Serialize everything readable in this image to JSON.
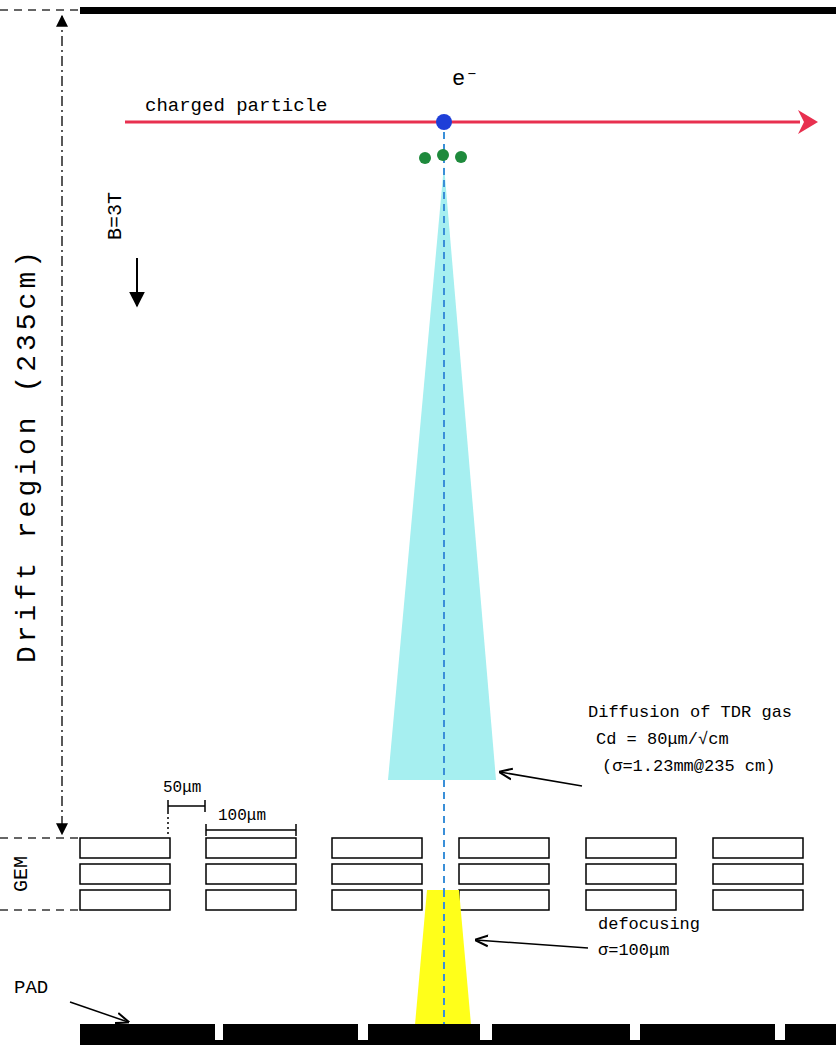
{
  "diagram": {
    "labels": [
      "charged particle",
      "e⁻",
      "B=3T",
      "Drift region (235cm)",
      "Diffusion of TDR gas",
      "Cd = 80μm/√cm",
      "(σ=1.23mm@235 cm)",
      "50μm",
      "100μm",
      "GEM",
      "defocusing",
      "σ=100μm",
      "PAD"
    ]
  }
}
